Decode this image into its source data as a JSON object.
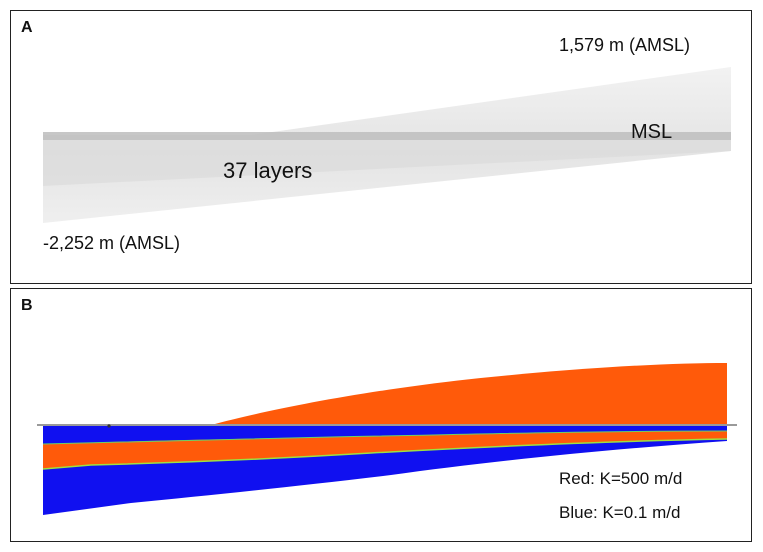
{
  "panel_a": {
    "label": "A",
    "top_elevation_label": "1,579 m (AMSL)",
    "bottom_elevation_label": "-2,252 m (AMSL)",
    "msl_label": "MSL",
    "layers_label": "37 layers"
  },
  "panel_b": {
    "label": "B",
    "legend_red": "Red: K=500 m/d",
    "legend_blue": "Blue: K=0.1 m/d"
  },
  "colors": {
    "red_unit": "#ff5a0a",
    "blue_unit": "#1010f0",
    "interface_line": "#9fe040",
    "msl_line": "#9a9a9a",
    "mesh_light": "#e6e6e6",
    "mesh_dark": "#c8c8c8"
  }
}
